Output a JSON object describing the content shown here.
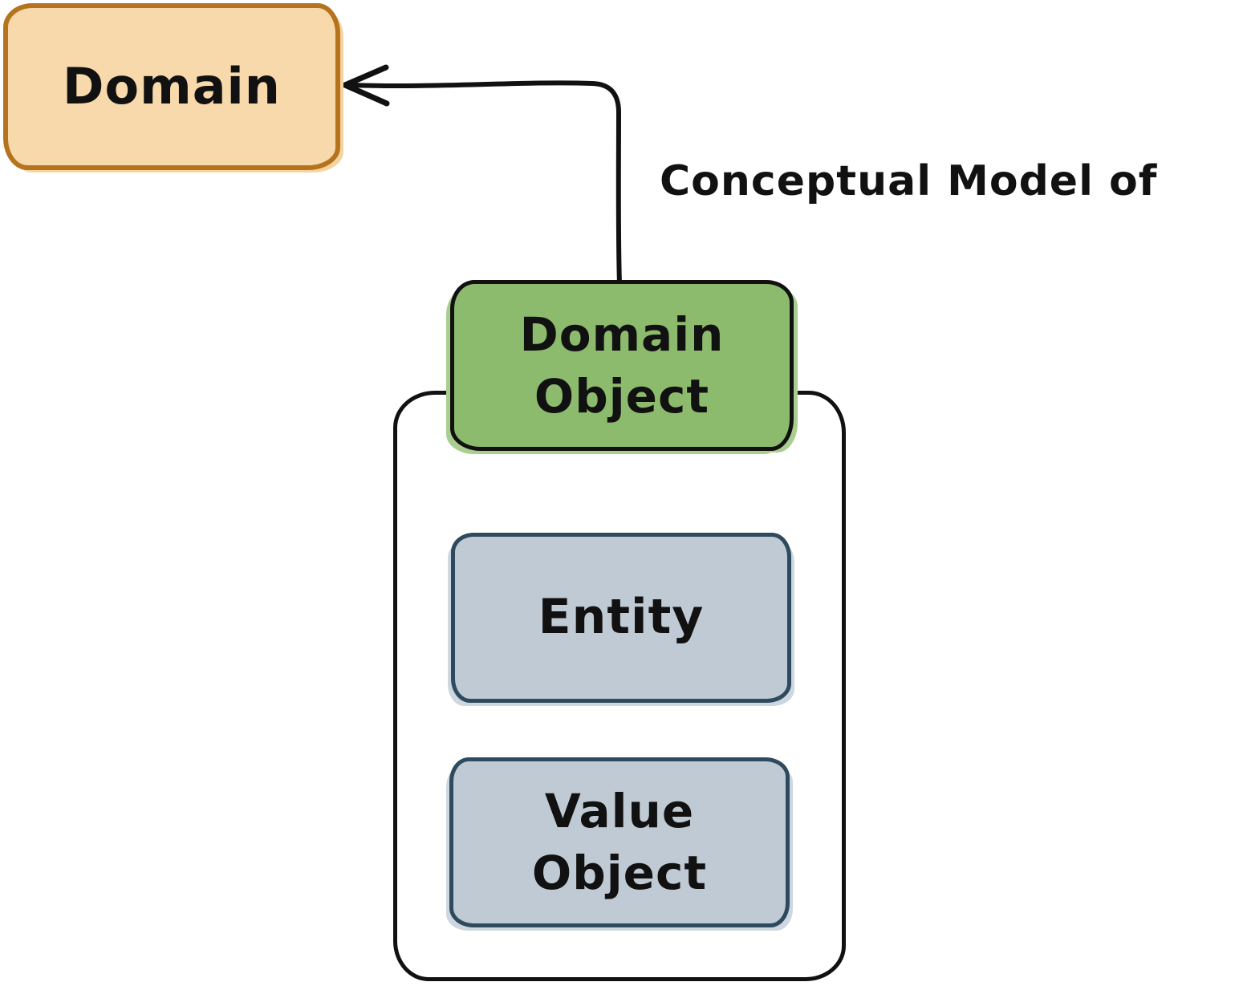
{
  "diagram": {
    "type": "hand-drawn concept diagram",
    "nodes": {
      "domain": {
        "label": [
          "Domain"
        ],
        "fill": "#f8d9ab",
        "border": "#b5731d"
      },
      "domain_object": {
        "label": [
          "Domain",
          "Object"
        ],
        "fill": "#8dbb6d",
        "border": "#111111"
      },
      "entity": {
        "label": [
          "Entity"
        ],
        "fill": "#bfcad4",
        "border": "#2e4a5e"
      },
      "value_object": {
        "label": [
          "Value",
          "Object"
        ],
        "fill": "#bfcad4",
        "border": "#2e4a5e"
      },
      "container": {
        "label": [],
        "fill": "#ffffff",
        "border": "#111111",
        "contains": [
          "domain_object",
          "entity",
          "value_object"
        ]
      }
    },
    "edge": {
      "from": "domain_object",
      "to": "domain",
      "label": "Conceptual Model of",
      "line_color": "#111111",
      "arrowhead": "open-left"
    }
  }
}
